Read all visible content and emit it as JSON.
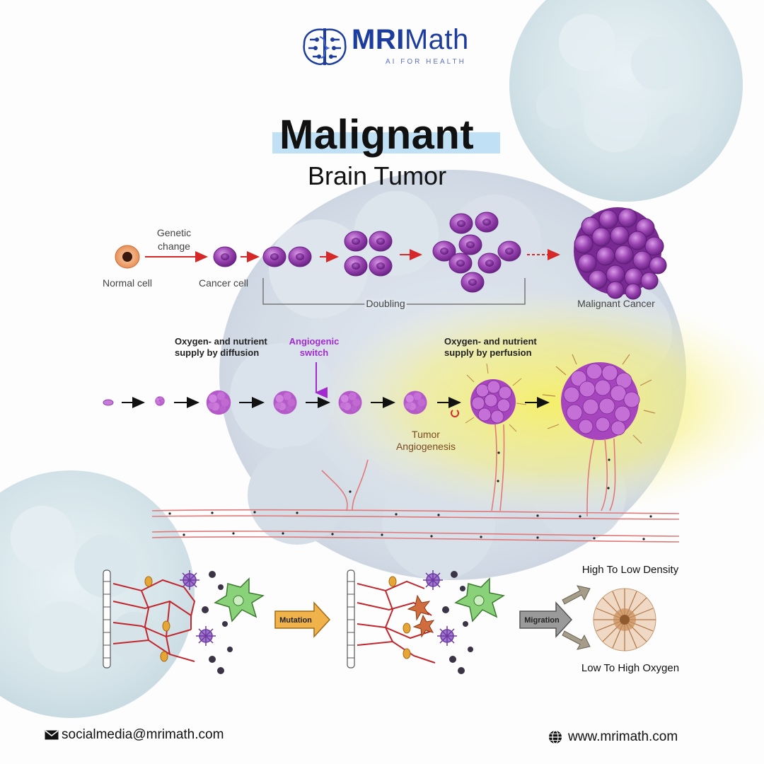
{
  "brand": {
    "name_bold": "MRI",
    "name_regular": "Math",
    "tagline": "AI FOR HEALTH"
  },
  "heading": {
    "title": "Malignant",
    "subtitle": "Brain Tumor"
  },
  "row1": {
    "genetic_change": [
      "Genetic",
      "change"
    ],
    "normal_cell": "Normal cell",
    "cancer_cell": "Cancer cell",
    "doubling": "Doubling",
    "malignant_cancer": "Malignant Cancer"
  },
  "row2": {
    "diffusion": [
      "Oxygen- and nutrient",
      "supply by diffusion"
    ],
    "angiogenic_switch": [
      "Angiogenic",
      "switch"
    ],
    "perfusion": [
      "Oxygen- and nutrient",
      "supply by perfusion"
    ],
    "tumor_angiogenesis": [
      "Tumor",
      "Angiogenesis"
    ]
  },
  "row3": {
    "mutation": "Mutation",
    "migration": "Migration",
    "high_to_low_density": "High To Low Density",
    "low_to_high_oxygen": "Low To High Oxygen"
  },
  "footer": {
    "email": "socialmedia@mrimath.com",
    "website": "www.mrimath.com"
  },
  "colors": {
    "brand_blue": "#1d3d9e",
    "cell_purple": "#8e3ea8",
    "arrow_red": "#d62828",
    "highlight_blue": "#bfe0f5",
    "glow_yellow": "#f5f06a",
    "angiogenic_purple": "#a12bd0"
  }
}
